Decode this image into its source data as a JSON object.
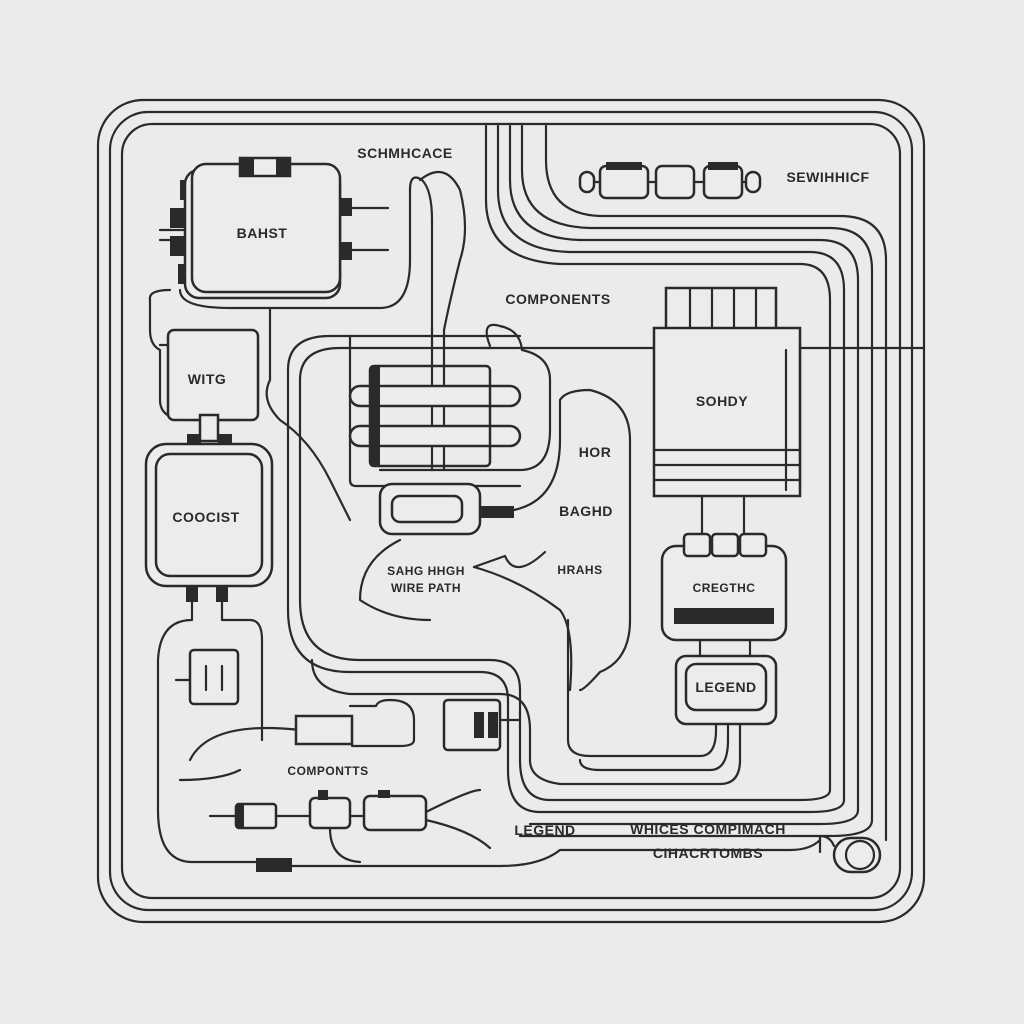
{
  "title": "SCHMHCACE",
  "top_right_label": "SEWIHHICF",
  "components": {
    "bahst": "BAHST",
    "witg": "WITG",
    "coocist": "COOCIST",
    "sohdy": "SOHDY",
    "cregthc": "CREGTHC",
    "legend_box": "LEGEND"
  },
  "labels": {
    "components": "COMPONENTS",
    "hor": "HOR",
    "baghd": "BAGHD",
    "sahg_hhgh": "SAHG HHGH",
    "wire_path": "WIRE PATH",
    "hrahs": "HRAHS",
    "compontts": "COMPONTTS",
    "legend": "LEGEND",
    "whices": "WHICES COMPIMACH",
    "cihacrtombs": "CIHACRTOMBS"
  },
  "colors": {
    "background": "#ebebeb",
    "ink": "#2a2a2a"
  }
}
